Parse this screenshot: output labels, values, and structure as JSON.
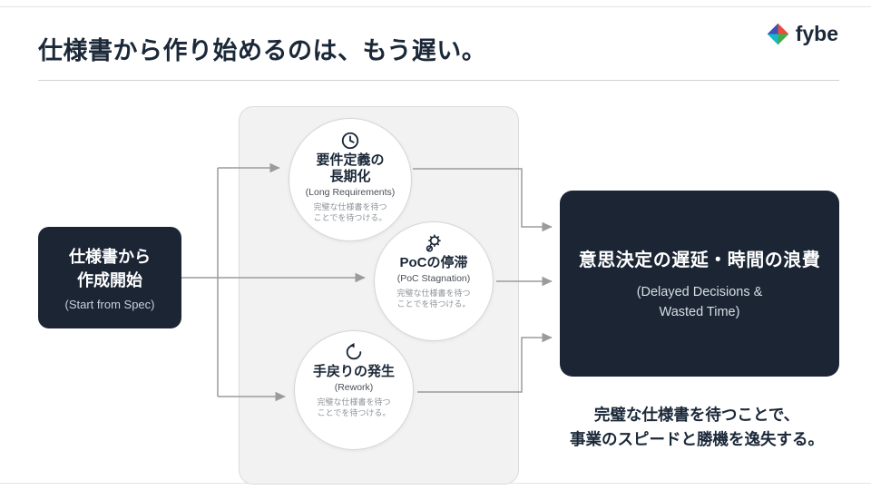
{
  "header": {
    "title": "仕様書から作り始めるのは、もう遅い。",
    "logo_text": "fybe"
  },
  "left_box": {
    "line1": "仕様書から",
    "line2": "作成開始",
    "subtitle": "(Start from Spec)"
  },
  "panel": {
    "circles": [
      {
        "icon": "clock-icon",
        "title_line1": "要件定義の",
        "title_line2": "長期化",
        "subtitle": "(Long Requirements)",
        "note_line1": "完璧な仕様書を待つ",
        "note_line2": "ことでを待つける。"
      },
      {
        "icon": "gear-icon",
        "title_line1": "PoCの停滞",
        "title_line2": "",
        "subtitle": "(PoC Stagnation)",
        "note_line1": "完璧な仕様書を待つ",
        "note_line2": "ことでを待つける。"
      },
      {
        "icon": "redo-icon",
        "title_line1": "手戻りの発生",
        "title_line2": "",
        "subtitle": "(Rework)",
        "note_line1": "完璧な仕様書を待つ",
        "note_line2": "ことでを待つける。"
      }
    ]
  },
  "right_box": {
    "title": "意思決定の遅延・時間の浪費",
    "subtitle_line1": "(Delayed Decisions &",
    "subtitle_line2": "Wasted Time)"
  },
  "footer": {
    "line1": "完璧な仕様書を待つことで、",
    "line2": "事業のスピードと勝機を逸失する。"
  },
  "colors": {
    "dark": "#1b2534",
    "line": "#9b9b9b",
    "panel_bg": "#f2f2f3",
    "logo_red": "#e84d3d",
    "logo_green": "#3fae49",
    "logo_cyan": "#18b7c9",
    "logo_indigo": "#4050b5"
  }
}
